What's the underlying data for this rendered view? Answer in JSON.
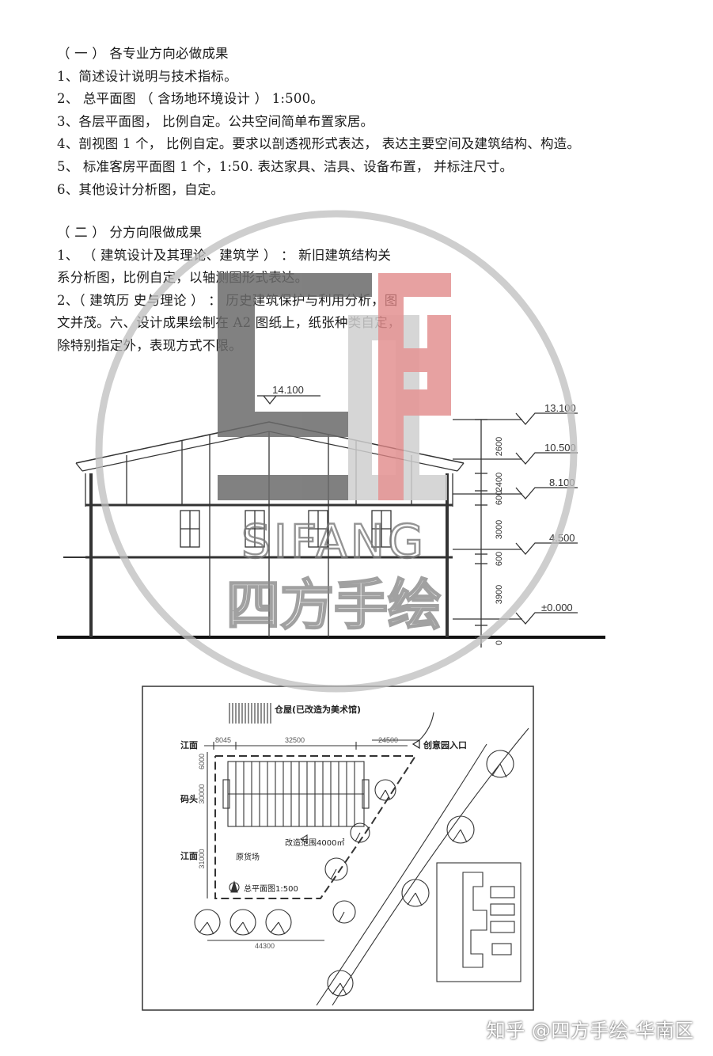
{
  "section1": {
    "heading": "（ 一 ） 各专业方向必做成果",
    "items": [
      "1、简述设计说明与技术指标。",
      "2、  总平面图 （ 含场地环境设计 ） 1:500。",
      "3、各层平面图，  比例自定。公共空间简单布置家居。",
      "4、剖视图 1 个，  比例自定。要求以剖透视形式表达，  表达主要空间及建筑结构、构造。",
      "5、  标准客房平面图 1 个，1:50. 表达家具、洁具、设备布置，  并标注尺寸。",
      "6、其他设计分析图，自定。"
    ]
  },
  "section2": {
    "heading": "（ 二 ） 分方向限做成果",
    "lines": [
      "1、 （ 建筑设计及其理论、建筑学 ） ： 新旧建筑结构关",
      "系分析图，比例自定，以轴测图形式表达。",
      "2、（ 建筑历  史与理论 ） ： 历史建筑保护与利用分析，图",
      "文并茂。六、设计成果绘制在 A2 图纸上，纸张种类自定，",
      "除特别指定外，表现方式不限。"
    ]
  },
  "section_drawing": {
    "ridge_level": "14.100",
    "levels": [
      "13.100",
      "10.500",
      "8.100",
      "4.500",
      "±0.000"
    ],
    "dims": [
      "2600",
      "2400",
      "600",
      "3000",
      "600",
      "3900",
      "0"
    ]
  },
  "site_plan": {
    "warehouse": "仓屋(已改造为美术馆)",
    "entrance": "创意园入口",
    "left_labels": [
      "江面",
      "码头",
      "江面"
    ],
    "top_dims": [
      "8045",
      "32500",
      "24500"
    ],
    "left_dims": [
      "6000",
      "30000",
      "31000"
    ],
    "area_label": "改造范围4000㎡",
    "yard": "原货场",
    "plan_title": "总平面图1:500",
    "bottom_dim": "44300"
  },
  "watermark": {
    "latin": "SIFANG",
    "chinese": "四方手绘",
    "colors": {
      "gray": "#6b6b6b",
      "pink": "#e08585",
      "light": "#cfcfcf"
    }
  },
  "credit": "知乎 @四方手绘-华南区"
}
